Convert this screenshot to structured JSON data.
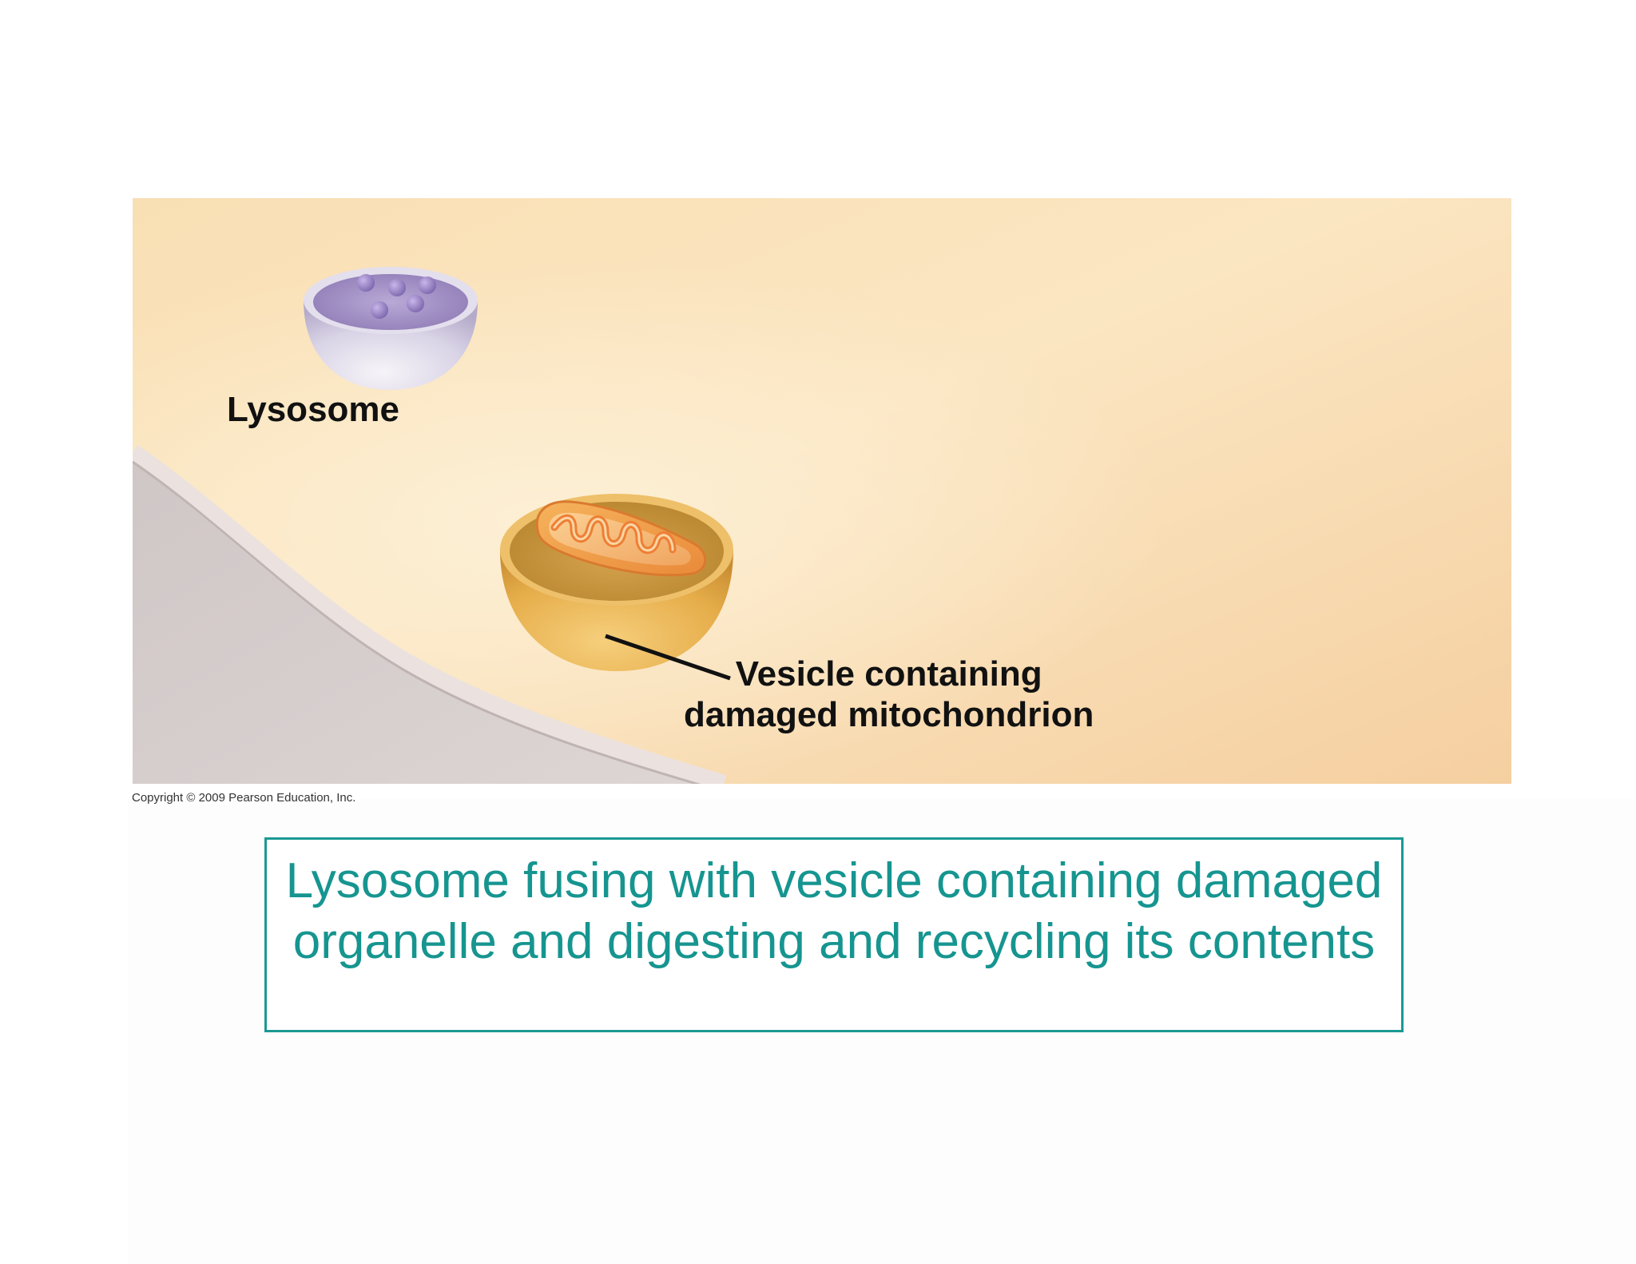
{
  "figure": {
    "labels": {
      "lysosome": "Lysosome",
      "vesicle_line1": "Vesicle containing",
      "vesicle_line2": "damaged mitochondrion"
    },
    "copyright": "Copyright © 2009 Pearson Education, Inc.",
    "colors": {
      "cytoplasm": "#f7d9a8",
      "membrane": "#c9bdbb",
      "lysosome": "#a996c9",
      "vesicle": "#e9b14c",
      "mitochondrion": "#f08a3c"
    }
  },
  "caption": {
    "line1": "Lysosome fusing with vesicle containing damaged",
    "line2": "organelle and digesting and recycling its contents",
    "color": "#169590"
  }
}
